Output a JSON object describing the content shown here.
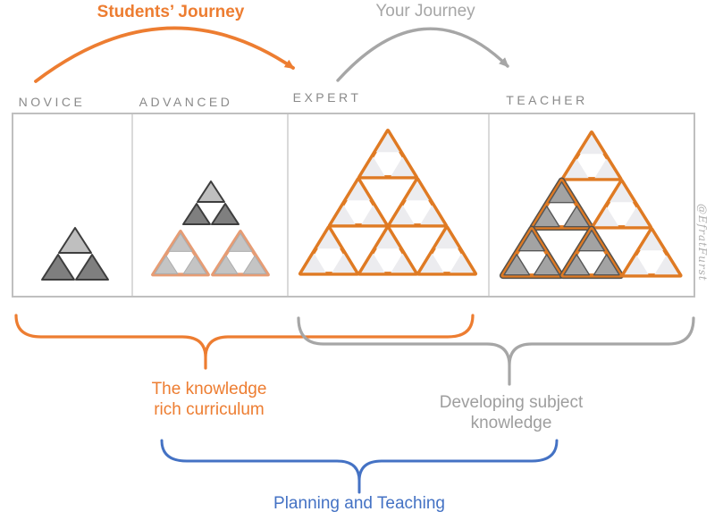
{
  "arrows": {
    "students": {
      "label": "Students’ Journey"
    },
    "your": {
      "label": "Your Journey"
    }
  },
  "stages": [
    {
      "id": "novice",
      "label": "NOVICE"
    },
    {
      "id": "advanced",
      "label": "ADVANCED"
    },
    {
      "id": "expert",
      "label": "EXPERT"
    },
    {
      "id": "teacher",
      "label": "TEACHER"
    }
  ],
  "figures": {
    "novice": {
      "type": "cluster"
    },
    "advanced": {
      "type": "cluster_over_pair"
    },
    "expert": {
      "type": "pyramid",
      "rows": 3,
      "gray_cells": []
    },
    "teacher": {
      "type": "pyramid",
      "rows": 3,
      "gray_cells": [
        "1-0",
        "2-0",
        "2-1"
      ]
    }
  },
  "braces": {
    "curriculum": {
      "lines": [
        "The knowledge",
        "rich curriculum"
      ]
    },
    "subject": {
      "lines": [
        "Developing subject",
        "knowledge"
      ]
    },
    "planning": {
      "lines": [
        "Planning and Teaching"
      ]
    }
  },
  "watermark": {
    "text": "@EfratFurst"
  },
  "colors": {
    "orange": "#ED7D31",
    "orange_border": "#DF7A23",
    "salmon": "#E69C74",
    "gray": "#A6A6A6",
    "gray_text": "#8A8A8A",
    "gray_label_text": "#9E9E9E",
    "blue": "#4472C4",
    "box_border": "#BFBFBF",
    "divider": "#CDCDCD",
    "tri_light": "#BFBFBF",
    "tri_dark": "#7F7F7F",
    "tri_outline": "#3D3D3D",
    "inner_gray": "#C4C4C4",
    "inner_gray_stroke": "#ACACAC",
    "inner_faint": "#ECECEF",
    "teacher_gray": "#A3A3A3",
    "teacher_gray_stroke": "#565656",
    "underlay": "#55504A",
    "watermark_color": "#AFAFAF"
  }
}
